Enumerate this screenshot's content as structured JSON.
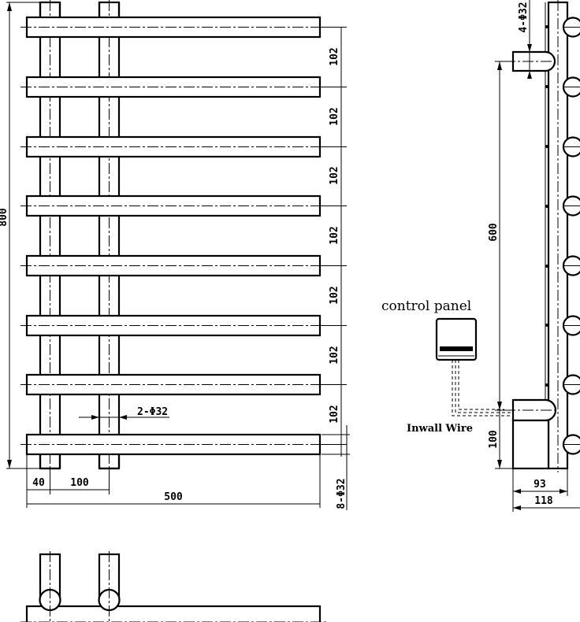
{
  "front_view": {
    "rail_spacing_labels": [
      "102",
      "102",
      "102",
      "102",
      "102",
      "102",
      "102"
    ],
    "overall_height": "800",
    "side_offset": "40",
    "post_spacing": "100",
    "overall_width": "500",
    "rail_diameter": "8-Φ32",
    "post_diameter": "2-Φ32"
  },
  "side_view": {
    "bracket_diameter": "4-Φ32",
    "bracket_spacing": "600",
    "bottom_offset": "100",
    "depth_inner": "93",
    "depth_outer": "118",
    "control_panel_label": "control panel",
    "inwall_wire_label": "Inwall Wire"
  }
}
